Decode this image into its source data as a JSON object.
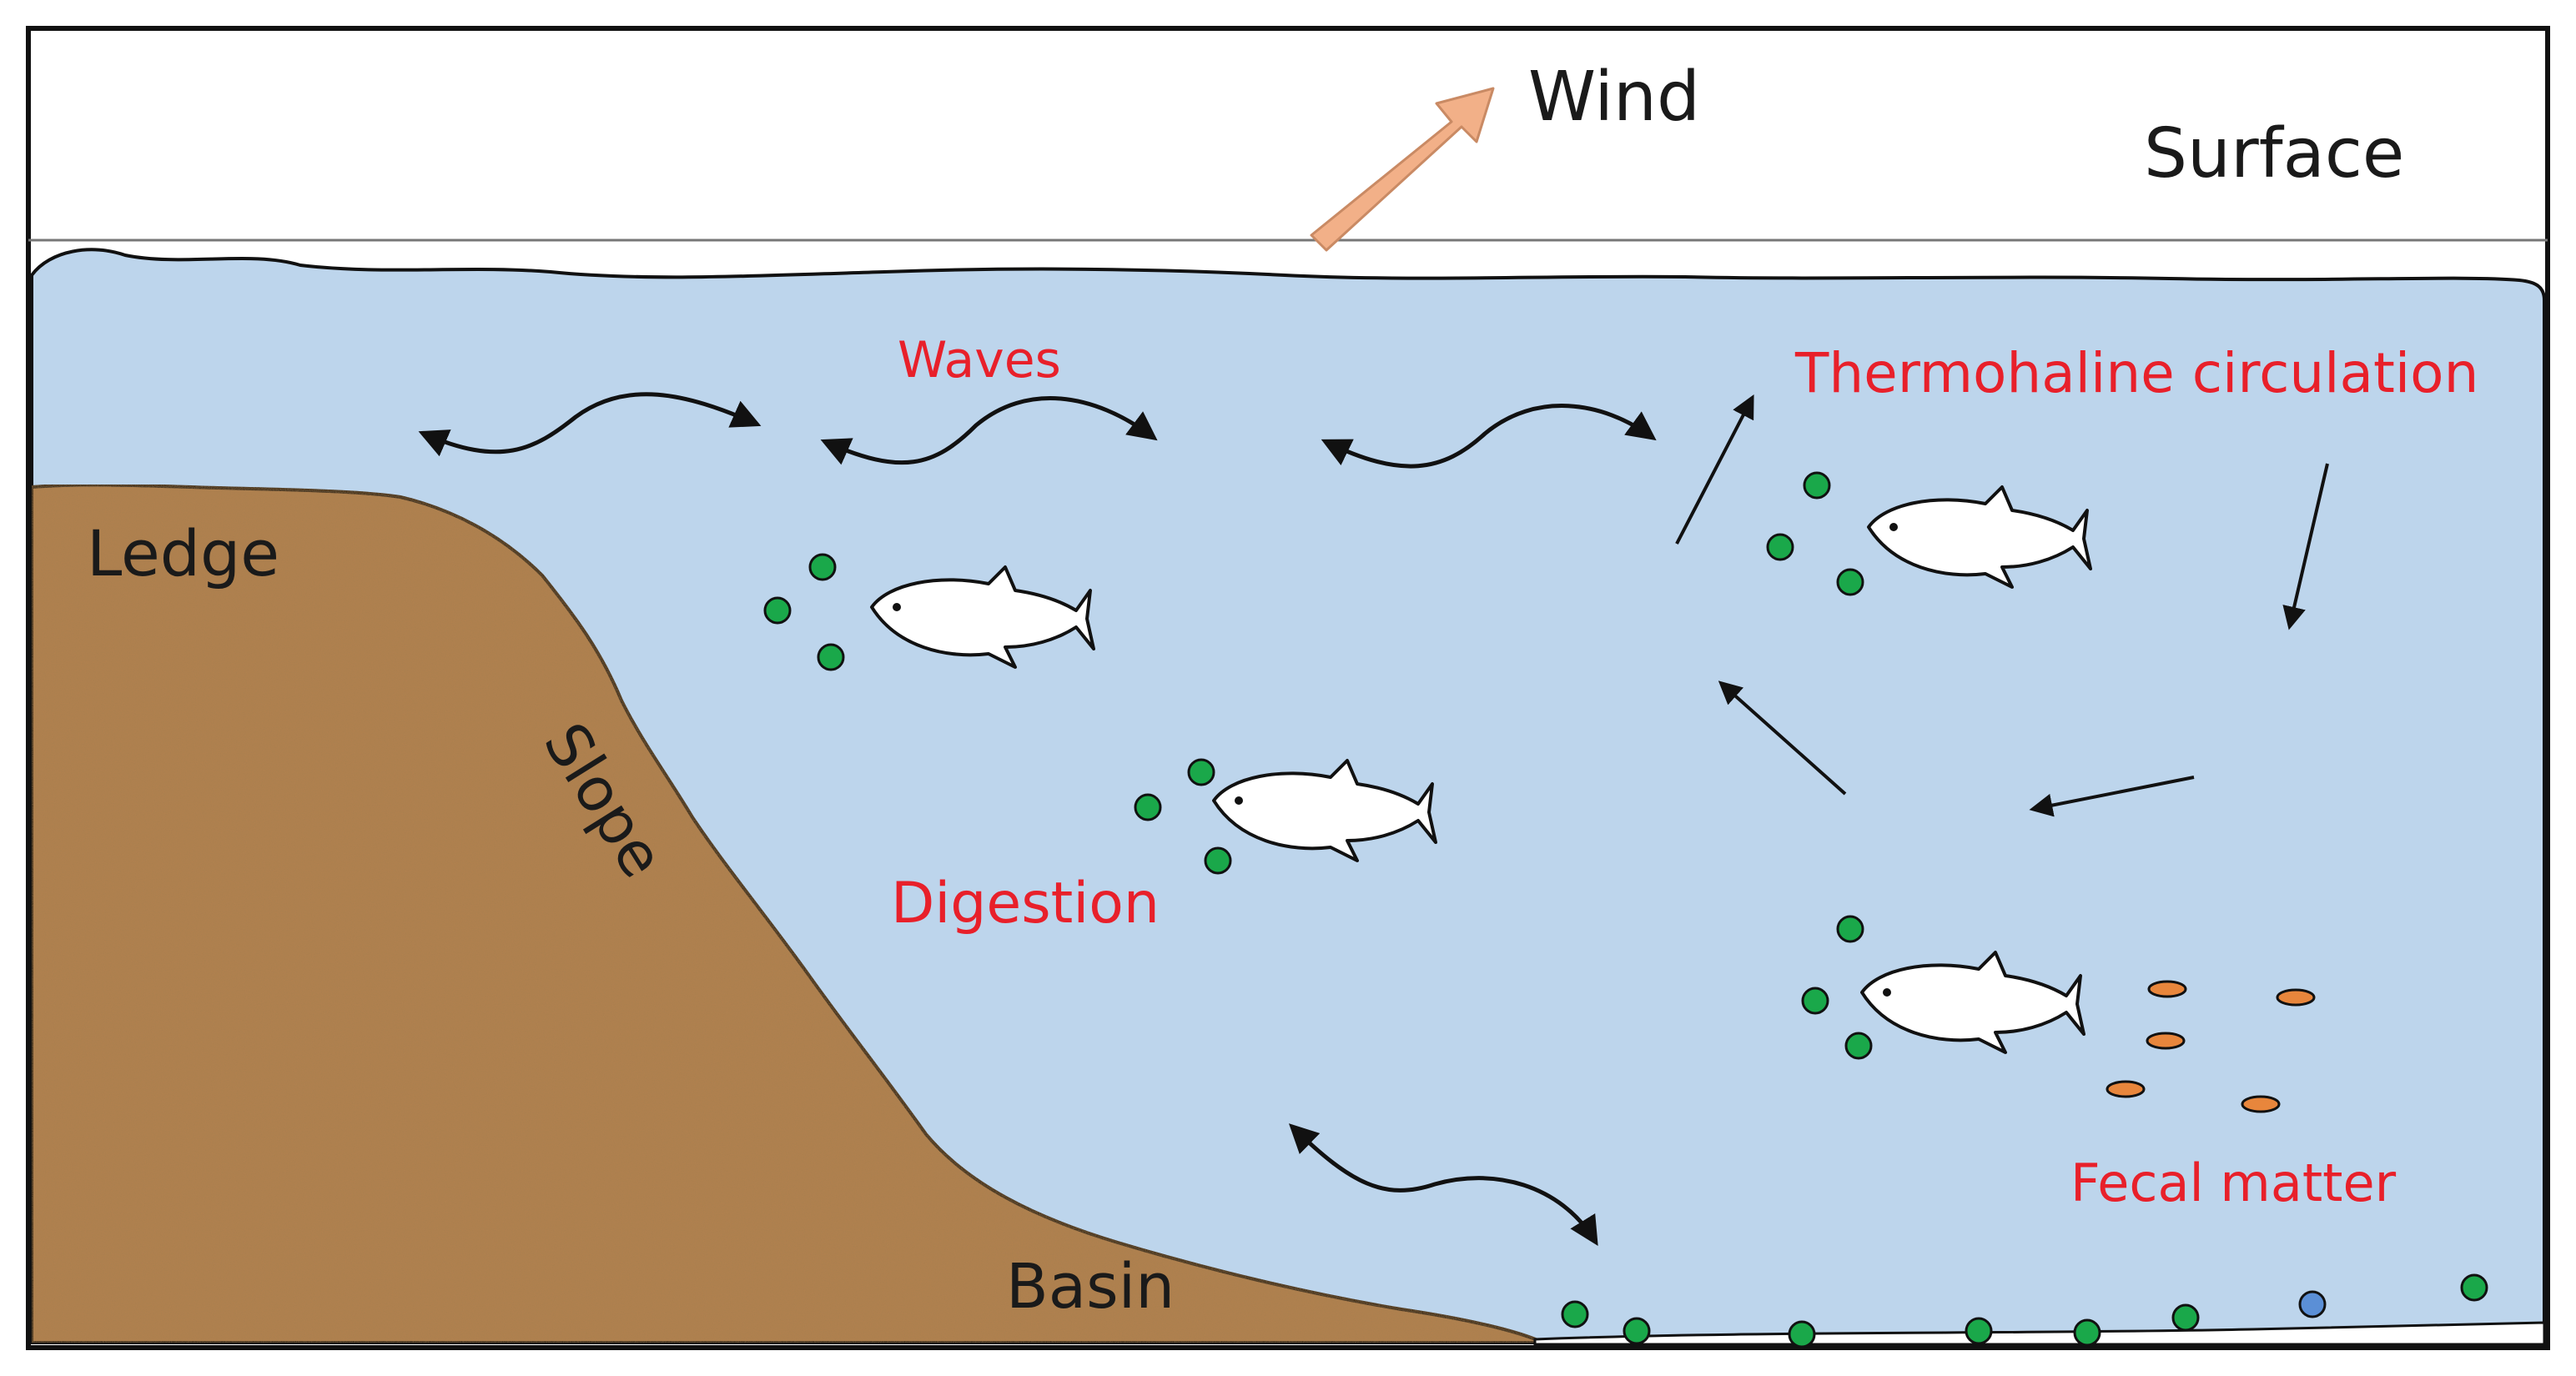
{
  "labels": {
    "wind": "Wind",
    "surface": "Surface",
    "ledge": "Ledge",
    "slope": "Slope",
    "basin": "Basin",
    "waves": "Waves",
    "thermohaline": "Thermohaline circulation",
    "digestion": "Digestion",
    "fecal_matter": "Fecal matter"
  },
  "colors": {
    "water": "#bdd5ec",
    "sediment": "#b3824f",
    "wind_arrow": "#f2b088",
    "particle_green": "#1aa84a",
    "particle_blue": "#5b8fd6",
    "fecal": "#e8863c",
    "label_red": "#e8202a",
    "outline": "#111111"
  },
  "icons": [
    "fish-icon",
    "wind-arrow-icon",
    "wave-arrow-icon",
    "circulation-arrow-icon"
  ]
}
